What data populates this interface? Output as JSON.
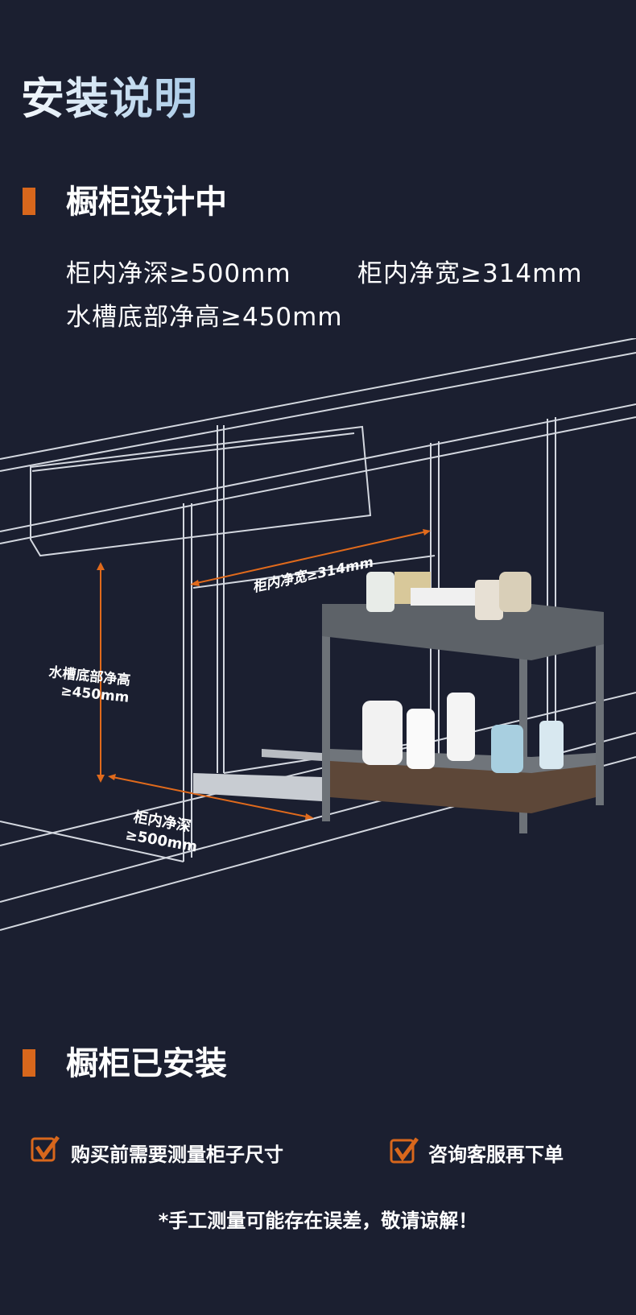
{
  "title": "安装说明",
  "section1": {
    "heading": "橱柜设计中",
    "specs": [
      "柜内净深≥500mm",
      "柜内净宽≥314mm",
      "水槽底部净高≥450mm"
    ]
  },
  "diagram": {
    "width_label": "柜内净宽≥314mm",
    "height_label_1": "水槽底部净高",
    "height_label_2": "≥450mm",
    "depth_label_1": "柜内净深",
    "depth_label_2": "≥500mm"
  },
  "section2": {
    "heading": "橱柜已安装",
    "checks": [
      "购买前需要测量柜子尺寸",
      "咨询客服再下单"
    ],
    "note": "*手工测量可能存在误差，敬请谅解！"
  },
  "colors": {
    "accent": "#d8671c",
    "background": "#1b1f30"
  }
}
